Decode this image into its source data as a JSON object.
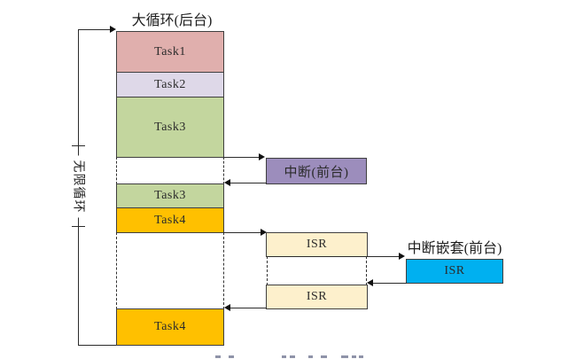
{
  "title": "大循环(后台)",
  "loop_label": "无限循环",
  "tasks": {
    "task1": "Task1",
    "task2": "Task2",
    "task3_run1": "Task3",
    "task3_run2": "Task3",
    "task4_run1": "Task4",
    "task4_run2": "Task4"
  },
  "interrupt": {
    "label": "中断(前台)"
  },
  "isr": {
    "first_label": "ISR",
    "second_label": "ISR"
  },
  "nested_interrupt": {
    "title": "中断嵌套(前台)",
    "isr_label": "ISR"
  },
  "colors": {
    "task1_fill": "#E0AFAD",
    "task2_fill": "#DED8E8",
    "task3_fill": "#C3D69E",
    "task4_fill": "#FFC000",
    "interrupt_fill": "#9C8DBC",
    "isr_fill": "#FDF0CC",
    "nested_isr_fill": "#00B0F0"
  }
}
